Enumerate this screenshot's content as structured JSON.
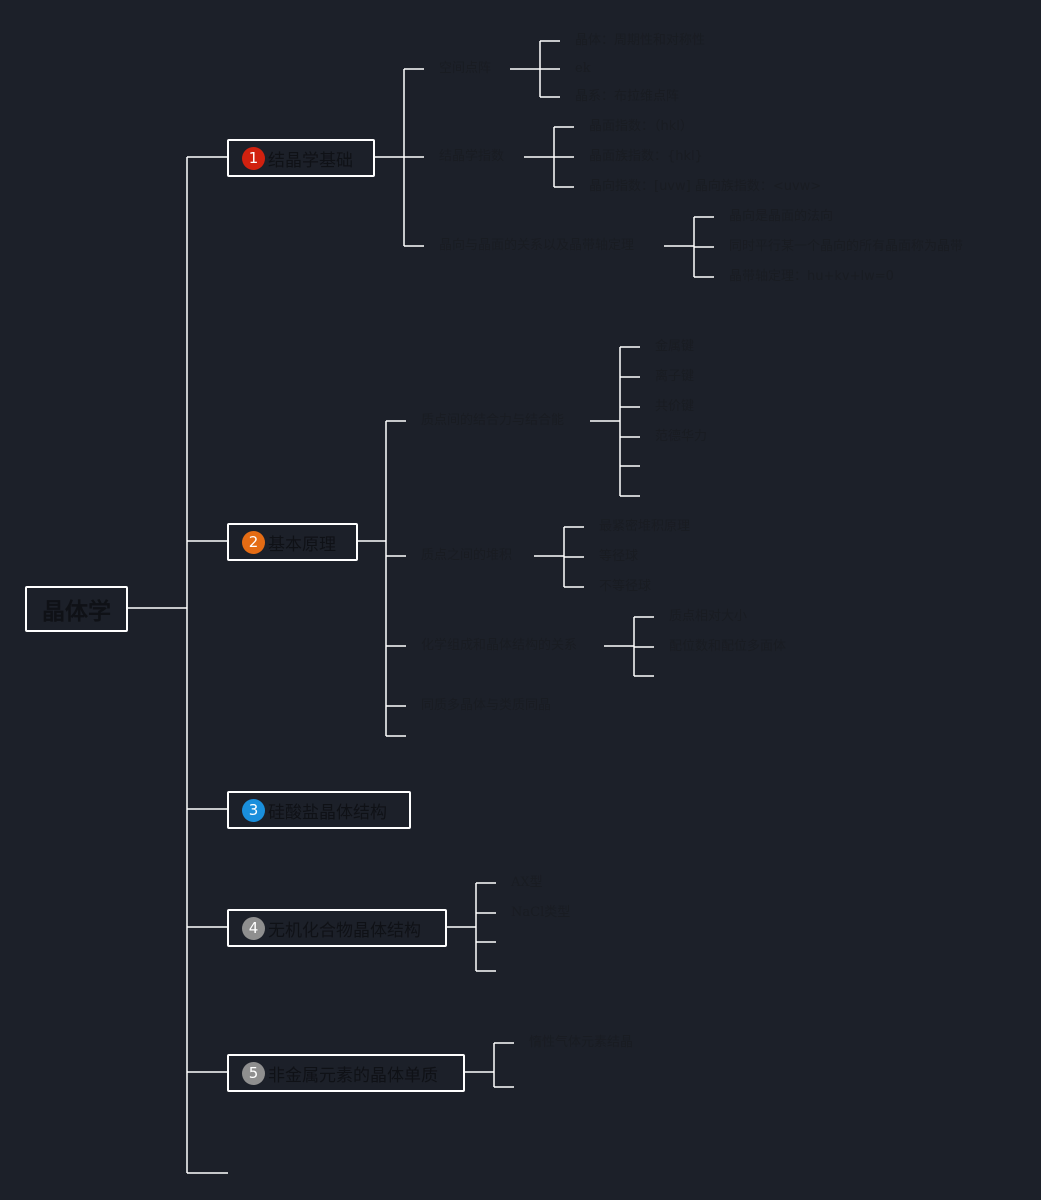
{
  "root": {
    "label": "晶体学"
  },
  "colors": {
    "background": "#1c2029",
    "lines": "#ffffff",
    "badge_1": "#d1210f",
    "badge_2": "#e56c14",
    "badge_3": "#1a8fdc",
    "badge_4": "#8f8f8f",
    "badge_5": "#8f8f8f"
  },
  "topics": [
    {
      "number": "1",
      "label": "结晶学基础",
      "subtopics": [
        {
          "label": "空间点阵",
          "items": [
            "晶体：周期性和对称性",
            "ek",
            "晶系：布拉维点阵"
          ]
        },
        {
          "label": "结晶学指数",
          "items": [
            "晶面指数：（hkl）",
            "晶面族指数：{hkl}",
            "晶向指数：[uvw] 晶向族指数：<uvw>"
          ]
        },
        {
          "label": "晶向与晶面的关系以及晶带轴定理",
          "items": [
            "晶向是晶面的法向",
            "同时平行某一个晶向的所有晶面称为晶带",
            "晶带轴定理：hu+kv+lw=0"
          ]
        }
      ]
    },
    {
      "number": "2",
      "label": "基本原理",
      "subtopics": [
        {
          "label": "质点间的结合力与结合能",
          "items": [
            "金属键",
            "离子键",
            "共价键",
            "范德华力"
          ]
        },
        {
          "label": "质点之间的堆积",
          "items": [
            "最紧密堆积原理",
            "等径球",
            "不等径球"
          ]
        },
        {
          "label": "化学组成和晶体结构的关系",
          "items": [
            "质点相对大小",
            "配位数和配位多面体"
          ]
        },
        {
          "label": "同质多晶体与类质同晶",
          "items": []
        }
      ]
    },
    {
      "number": "3",
      "label": "硅酸盐晶体结构",
      "subtopics": []
    },
    {
      "number": "4",
      "label": "无机化合物晶体结构",
      "subtopics": [
        {
          "label": "AX型"
        },
        {
          "label": "NaCl类型"
        }
      ]
    },
    {
      "number": "5",
      "label": "非金属元素的晶体单质",
      "subtopics": [
        {
          "label": "惰性气体元素结晶"
        }
      ]
    }
  ]
}
